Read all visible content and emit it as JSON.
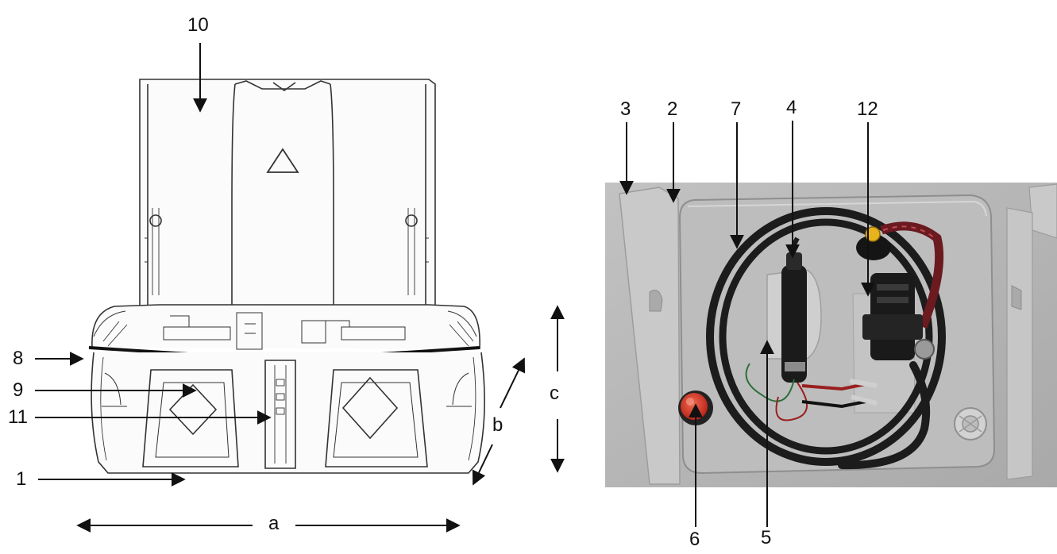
{
  "left_diagram": {
    "labels": {
      "n10": "10",
      "n8": "8",
      "n9": "9",
      "n11": "11",
      "n1": "1",
      "a": "a",
      "b": "b",
      "c": "c"
    }
  },
  "right_photo": {
    "labels": {
      "n3": "3",
      "n2": "2",
      "n7": "7",
      "n4": "4",
      "n12": "12",
      "n6": "6",
      "n5": "5"
    },
    "colors": {
      "panel": "#b9b9b9",
      "hose": "#1c1c1c",
      "cap": "#d9342b",
      "marker": "#e8b21c"
    }
  }
}
